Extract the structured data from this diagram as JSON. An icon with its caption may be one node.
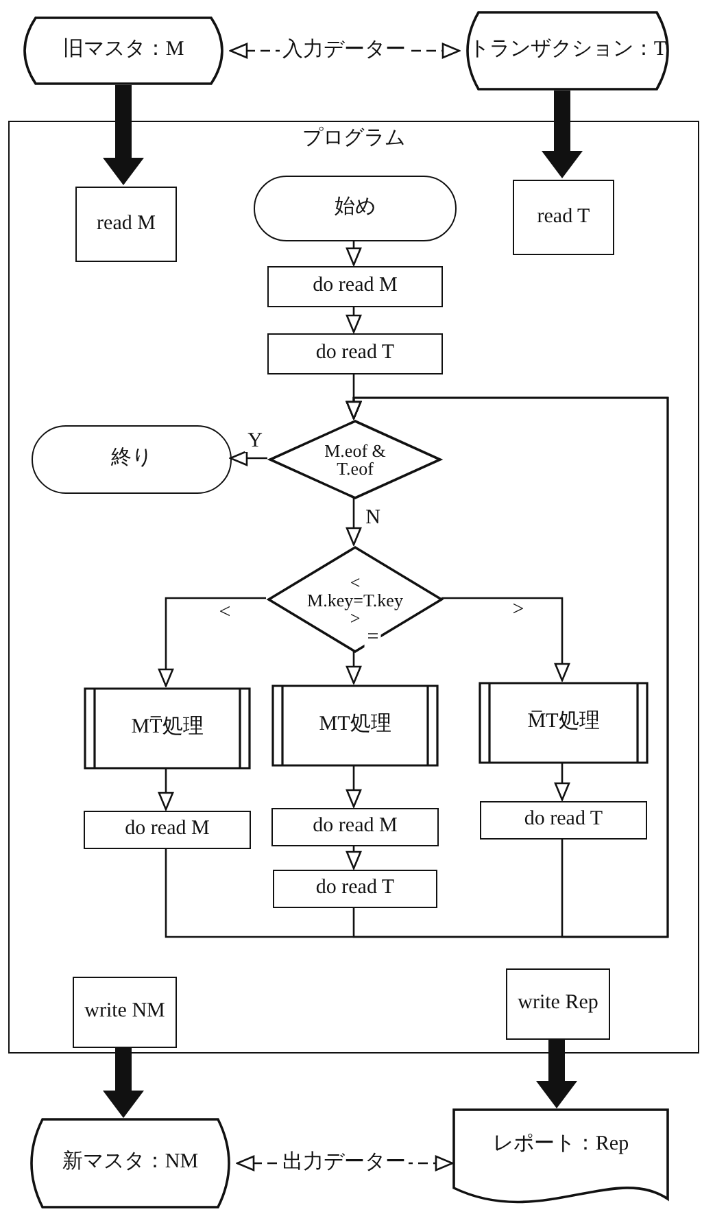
{
  "diagram": {
    "nodes": [
      {
        "text": [
          "旧マスタ：M"
        ]
      },
      {
        "text": [
          "トランザクション：T"
        ]
      },
      {
        "text": [
          "プログラム"
        ]
      },
      {
        "text": [
          "read M"
        ],
        "in": 2
      },
      {
        "text": [
          "read T"
        ],
        "in": 2
      },
      {
        "text": [
          "始め"
        ],
        "in": 2
      },
      {
        "text": [
          "do read M"
        ],
        "in": 2
      },
      {
        "text": [
          "do read T"
        ],
        "in": 2
      },
      {
        "text": [
          "M.eof & T.eof"
        ],
        "in": 2
      },
      {
        "text": [
          "終り"
        ],
        "in": 2
      },
      {
        "text": [
          "<",
          "M.key=T.key",
          ">"
        ],
        "in": 2
      },
      {
        "text": [
          "MT̅処理"
        ],
        "in": 2
      },
      {
        "text": [
          "MT処理"
        ],
        "in": 2
      },
      {
        "text": [
          "M̅T処理"
        ],
        "in": 2
      },
      {
        "text": [
          "do read M"
        ],
        "in": 2
      },
      {
        "text": [
          "do read M"
        ],
        "in": 2
      },
      {
        "text": [
          "do read T"
        ],
        "in": 2
      },
      {
        "text": [
          "do read T"
        ],
        "in": 2
      },
      {
        "text": [
          "write NM"
        ],
        "in": 2
      },
      {
        "text": [
          "write Rep"
        ],
        "in": 2
      },
      {
        "text": [
          "新マスタ：NM"
        ]
      },
      {
        "text": [
          "レポート：Rep"
        ]
      }
    ],
    "edges": [
      {
        "from": 0,
        "to": 1,
        "arrow": "both",
        "style": "dashed",
        "label": "入力データー"
      },
      {
        "from": 0,
        "to": 3,
        "arrow": "to",
        "style": "thick"
      },
      {
        "from": 1,
        "to": 4,
        "arrow": "to",
        "style": "thick"
      },
      {
        "from": 5,
        "to": 6,
        "arrow": "to"
      },
      {
        "from": 6,
        "to": 7,
        "arrow": "to"
      },
      {
        "from": 7,
        "to": 8,
        "arrow": "to"
      },
      {
        "from": 8,
        "to": 9,
        "arrow": "to",
        "label": "Y"
      },
      {
        "from": 8,
        "to": 10,
        "arrow": "to",
        "label": "N"
      },
      {
        "from": 10,
        "to": 11,
        "arrow": "to",
        "label": "<"
      },
      {
        "from": 10,
        "to": 12,
        "arrow": "to",
        "label": "="
      },
      {
        "from": 10,
        "to": 13,
        "arrow": "to",
        "label": ">"
      },
      {
        "from": 11,
        "to": 14,
        "arrow": "to"
      },
      {
        "from": 12,
        "to": 15,
        "arrow": "to"
      },
      {
        "from": 15,
        "to": 16,
        "arrow": "to"
      },
      {
        "from": 13,
        "to": 17,
        "arrow": "to"
      },
      {
        "from": 14,
        "to": 8,
        "arrow": "to"
      },
      {
        "from": 16,
        "to": 8,
        "arrow": "to"
      },
      {
        "from": 17,
        "to": 8,
        "arrow": "to"
      },
      {
        "from": 18,
        "to": 20,
        "arrow": "to",
        "style": "thick"
      },
      {
        "from": 19,
        "to": 21,
        "arrow": "to",
        "style": "thick"
      },
      {
        "from": 20,
        "to": 21,
        "arrow": "both",
        "style": "dashed",
        "label": "出力データー"
      }
    ]
  }
}
